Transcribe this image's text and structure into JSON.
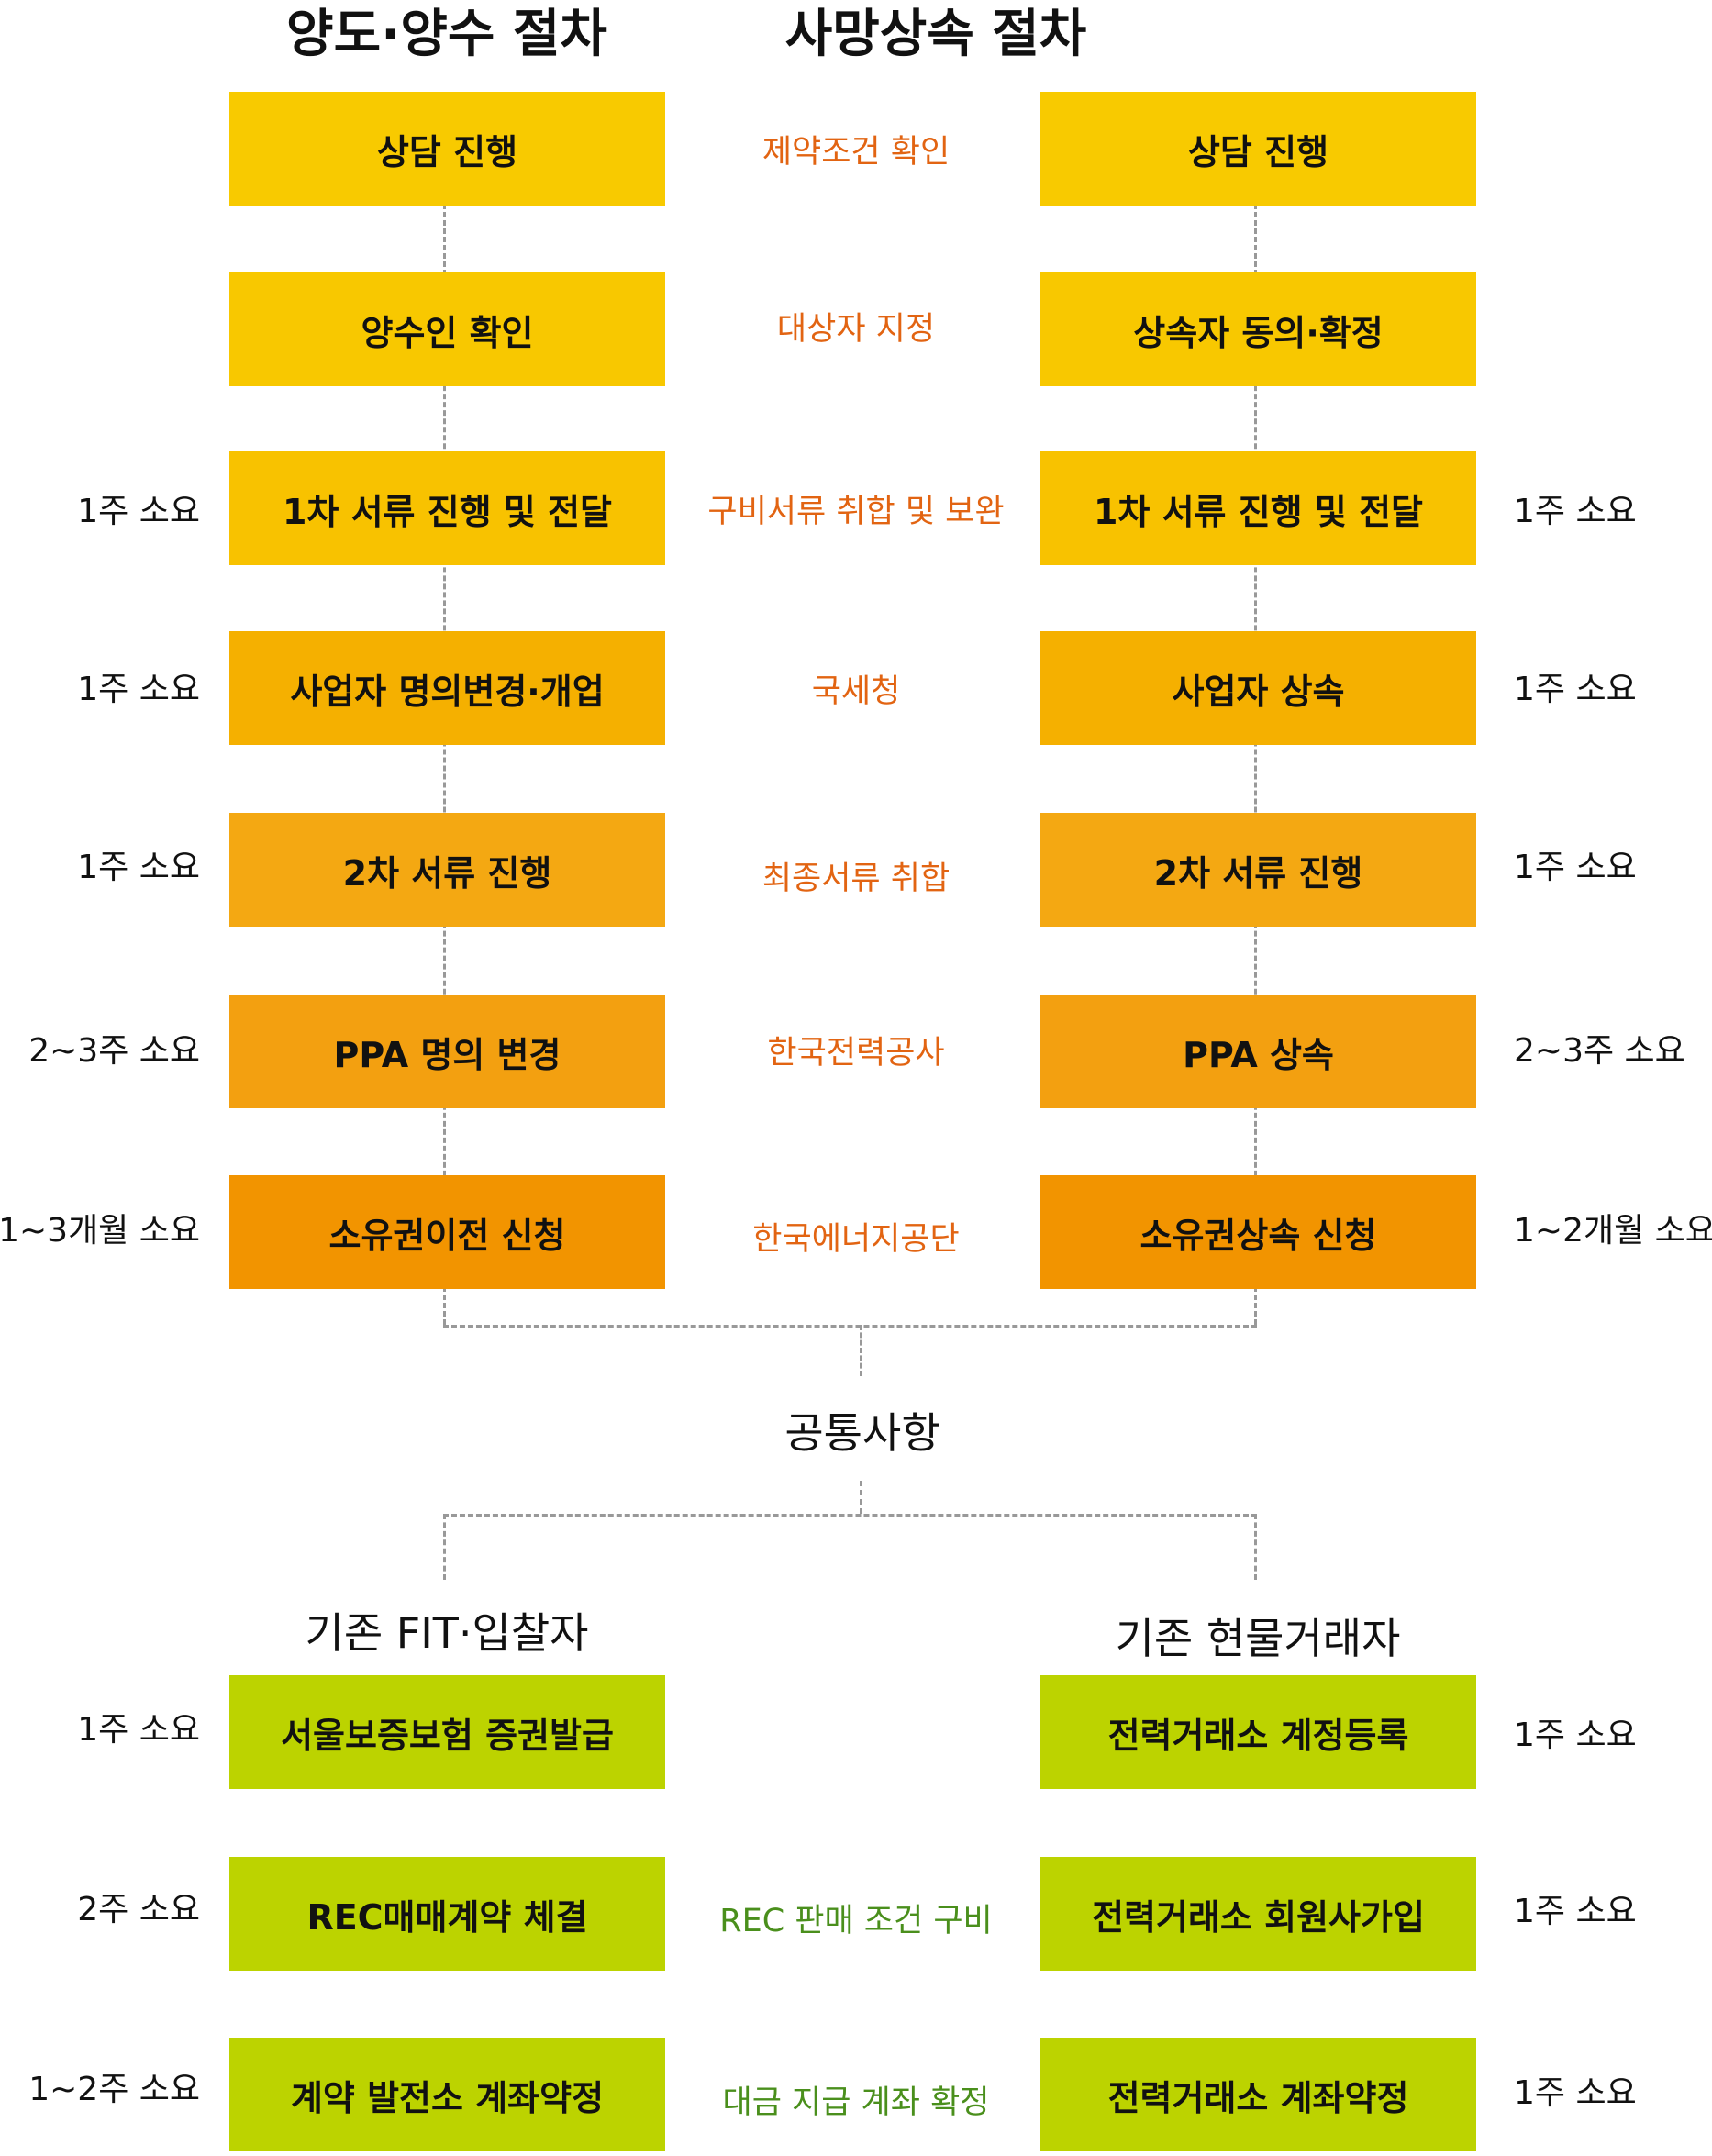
{
  "colors": {
    "step_1": "#f8ca00",
    "step_2": "#f8c800",
    "step_3": "#f8c200",
    "step_4": "#f5b000",
    "step_5": "#f4a812",
    "step_6": "#f3a010",
    "step_7": "#f29400",
    "green_box": "#bcd300",
    "orange_text": "#e26412",
    "green_text": "#4a8f1c",
    "dashed_line": "#999999"
  },
  "titles": {
    "transfer": "양도·양수 절차",
    "inherit": "사망상속 절차"
  },
  "steps": [
    {
      "left": "상담 진행",
      "middle": "제약조건 확인",
      "right": "상담 진행",
      "left_duration": "",
      "right_duration": ""
    },
    {
      "left": "양수인 확인",
      "middle": "대상자 지정",
      "right": "상속자 동의·확정",
      "left_duration": "",
      "right_duration": ""
    },
    {
      "left": "1차 서류 진행 및 전달",
      "middle": "구비서류 취합 및 보완",
      "right": "1차 서류 진행 및 전달",
      "left_duration": "1주 소요",
      "right_duration": "1주 소요"
    },
    {
      "left": "사업자 명의변경·개업",
      "middle": "국세청",
      "right": "사업자 상속",
      "left_duration": "1주 소요",
      "right_duration": "1주 소요"
    },
    {
      "left": "2차 서류 진행",
      "middle": "최종서류 취합",
      "right": "2차 서류 진행",
      "left_duration": "1주 소요",
      "right_duration": "1주 소요"
    },
    {
      "left": "PPA 명의 변경",
      "middle": "한국전력공사",
      "right": "PPA 상속",
      "left_duration": "2~3주 소요",
      "right_duration": "2~3주 소요"
    },
    {
      "left": "소유권이전 신청",
      "middle": "한국에너지공단",
      "right": "소유권상속 신청",
      "left_duration": "1~3개월 소요",
      "right_duration": "1~2개월 소요"
    }
  ],
  "common": {
    "label": "공통사항",
    "left_group": "기존 FIT·입찰자",
    "right_group": "기존 현물거래자",
    "steps": [
      {
        "left": "서울보증보험 증권발급",
        "middle": "",
        "right": "전력거래소 계정등록",
        "left_duration": "1주 소요",
        "right_duration": "1주 소요"
      },
      {
        "left": "REC매매계약 체결",
        "middle": "REC 판매 조건 구비",
        "right": "전력거래소 회원사가입",
        "left_duration": "2주 소요",
        "right_duration": "1주 소요"
      },
      {
        "left": "계약 발전소 계좌약정",
        "middle": "대금 지급 계좌 확정",
        "right": "전력거래소 계좌약정",
        "left_duration": "1~2주 소요",
        "right_duration": "1주 소요"
      }
    ]
  }
}
